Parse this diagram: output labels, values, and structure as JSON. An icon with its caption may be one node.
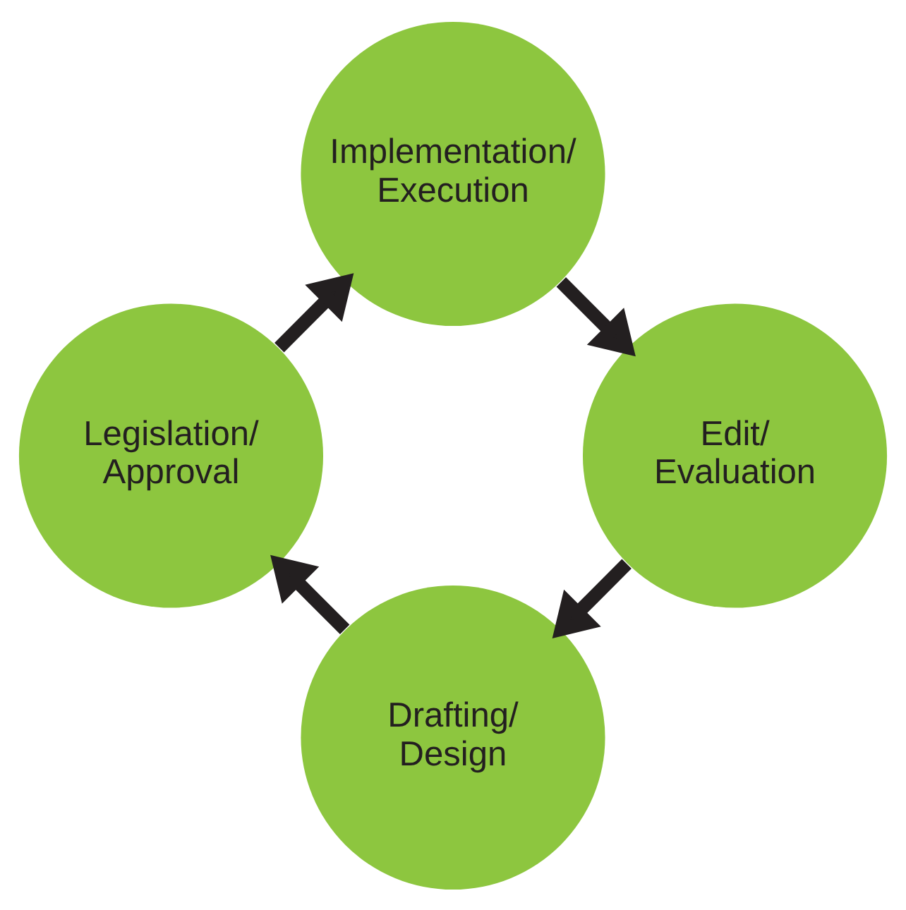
{
  "diagram": {
    "nodes": [
      {
        "text": [
          "Drafting/ Design"
        ]
      },
      {
        "text": [
          "Legislation/ Approval"
        ]
      },
      {
        "text": [
          "Implementation/ Execution"
        ]
      },
      {
        "text": [
          "Edit/ Evaluation"
        ]
      }
    ],
    "edges": [
      {
        "from": 0,
        "to": 1,
        "arrow": "to"
      },
      {
        "from": 1,
        "to": 2,
        "arrow": "to"
      },
      {
        "from": 2,
        "to": 3,
        "arrow": "to"
      },
      {
        "from": 3,
        "to": 0,
        "arrow": "to"
      }
    ]
  }
}
